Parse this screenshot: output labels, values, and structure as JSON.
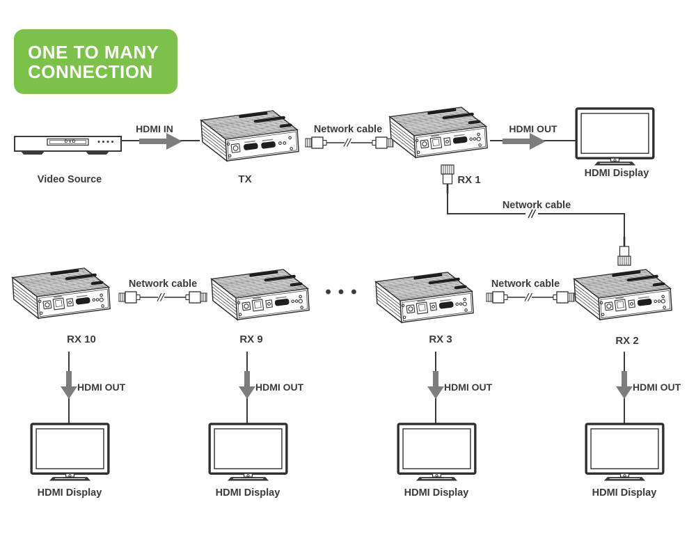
{
  "badge": {
    "line1": "ONE TO MANY",
    "line2": "CONNECTION"
  },
  "colors": {
    "badge_green": "#7CC24A",
    "line_dark": "#3A3A3A",
    "arrow_gray": "#7D7D7D",
    "text_dark": "#3B3B3B"
  },
  "source": {
    "label": "Video Source",
    "device_text": "DVD"
  },
  "transmitter": {
    "label": "TX"
  },
  "connections": {
    "hdmi_in": "HDMI IN",
    "hdmi_out": "HDMI OUT",
    "network_cable": "Network cable"
  },
  "receivers": {
    "rx1": "RX 1",
    "rx2": "RX 2",
    "rx3": "RX 3",
    "rx9": "RX 9",
    "rx10": "RX 10"
  },
  "display_label": "HDMI Display",
  "ellipsis": "•••"
}
